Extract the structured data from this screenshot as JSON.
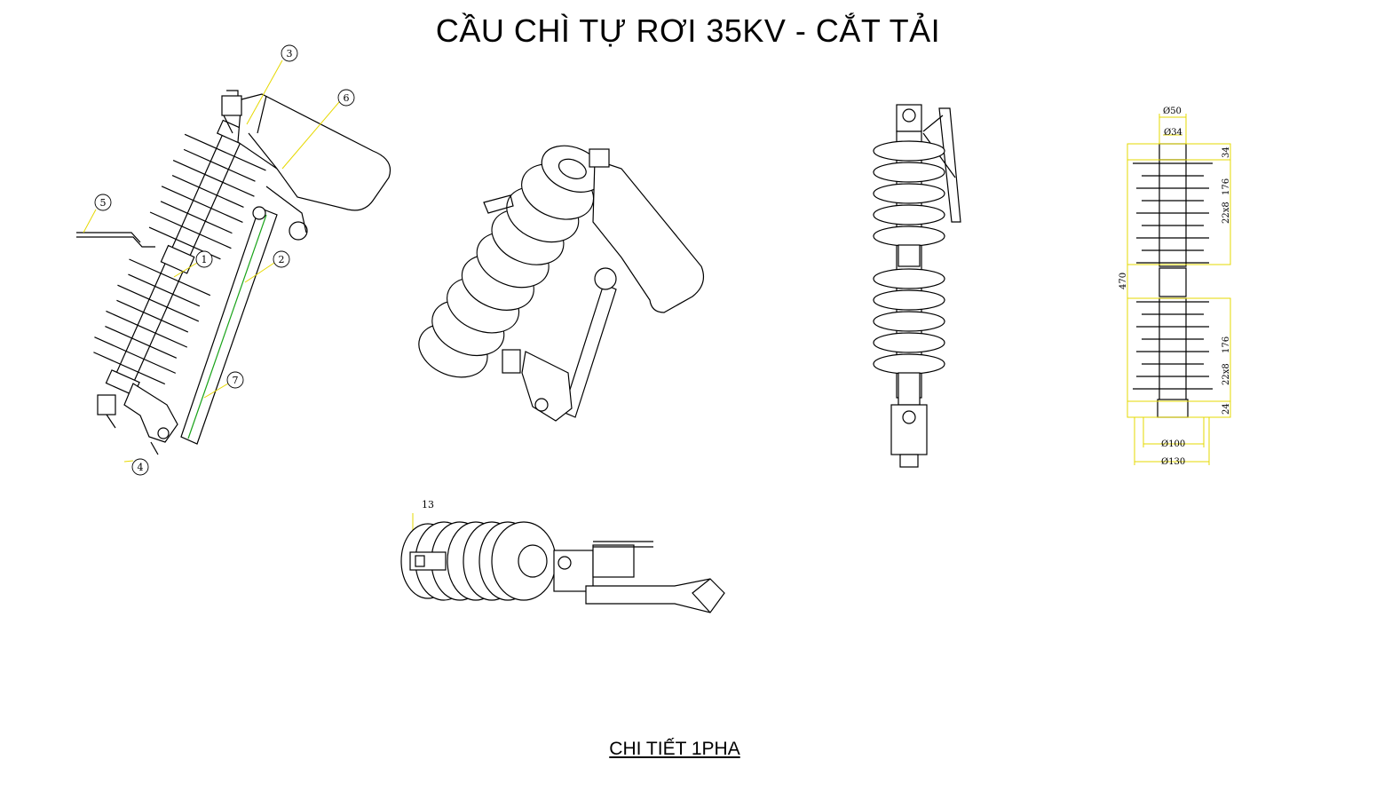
{
  "title": "CẦU CHÌ TỰ RƠI 35KV - CẮT TẢI",
  "subtitle": "CHI TIẾT 1PHA",
  "part_labels": {
    "p1": "1",
    "p2": "2",
    "p3": "3",
    "p4": "4",
    "p5": "5",
    "p6": "6",
    "p7": "7",
    "p13": "13"
  },
  "dimensions": {
    "d_top_outer": "Ø50",
    "d_top_inner": "Ø34",
    "d_bottom_inner": "Ø100",
    "d_bottom_outer": "Ø130",
    "h_total": "470",
    "h_top_cap": "34",
    "h_upper_section": "176",
    "h_upper_sheds": "22x8",
    "h_lower_section": "176",
    "h_lower_sheds": "22x8",
    "h_bottom_cap": "24"
  },
  "colors": {
    "leader": "#e6d800",
    "fuse_tube_line": "#19a319",
    "line": "#000000"
  }
}
